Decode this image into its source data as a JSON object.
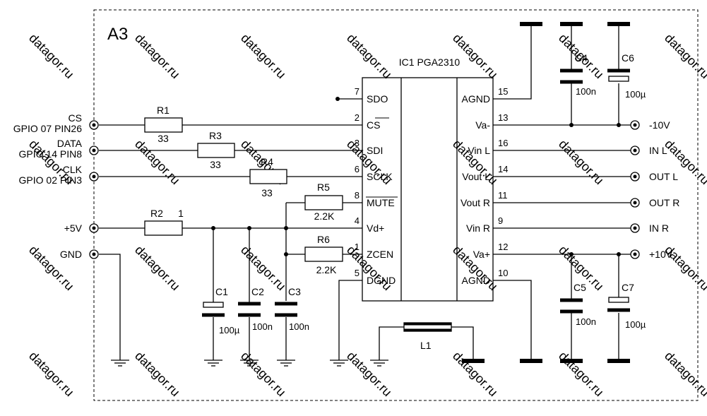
{
  "sheet": "A3",
  "ic": {
    "title": "IC1 PGA2310",
    "left_pins": [
      {
        "num": "7",
        "name": "SDO"
      },
      {
        "num": "2",
        "name": "CS"
      },
      {
        "num": "3",
        "name": "SDI"
      },
      {
        "num": "6",
        "name": "SCLK"
      },
      {
        "num": "8",
        "name": "MUTE"
      },
      {
        "num": "4",
        "name": "Vd+"
      },
      {
        "num": "1",
        "name": "ZCEN"
      },
      {
        "num": "5",
        "name": "DGND"
      }
    ],
    "right_pins": [
      {
        "num": "15",
        "name": "AGND"
      },
      {
        "num": "13",
        "name": "Va-"
      },
      {
        "num": "16",
        "name": "Vin L"
      },
      {
        "num": "14",
        "name": "Vout L"
      },
      {
        "num": "11",
        "name": "Vout R"
      },
      {
        "num": "9",
        "name": "Vin R"
      },
      {
        "num": "12",
        "name": "Va+"
      },
      {
        "num": "10",
        "name": "AGND"
      }
    ]
  },
  "left_terminals": [
    {
      "line1": "CS",
      "line2": "GPIO 07 PIN26"
    },
    {
      "line1": "DATA",
      "line2": "GPIO 14 PIN8"
    },
    {
      "line1": "CLK",
      "line2": "GPIO 02 PIN3"
    },
    {
      "line1": "+5V",
      "line2": ""
    },
    {
      "line1": "GND",
      "line2": ""
    }
  ],
  "right_terminals": [
    "-10V",
    "IN L",
    "OUT L",
    "OUT R",
    "IN R",
    "+10V"
  ],
  "resistors": [
    {
      "ref": "R1",
      "value": "33"
    },
    {
      "ref": "R3",
      "value": "33"
    },
    {
      "ref": "R4",
      "value": "33"
    },
    {
      "ref": "R5",
      "value": "2.2K"
    },
    {
      "ref": "R2",
      "value": "1"
    },
    {
      "ref": "R6",
      "value": "2.2K"
    }
  ],
  "capacitors": [
    {
      "ref": "C1",
      "value": "100µ"
    },
    {
      "ref": "C2",
      "value": "100n"
    },
    {
      "ref": "C3",
      "value": "100n"
    },
    {
      "ref": "C4",
      "value": "100n"
    },
    {
      "ref": "C6",
      "value": "100µ"
    },
    {
      "ref": "C5",
      "value": "100n"
    },
    {
      "ref": "C7",
      "value": "100µ"
    }
  ],
  "inductor": {
    "ref": "L1"
  },
  "watermark": "datagor.ru"
}
